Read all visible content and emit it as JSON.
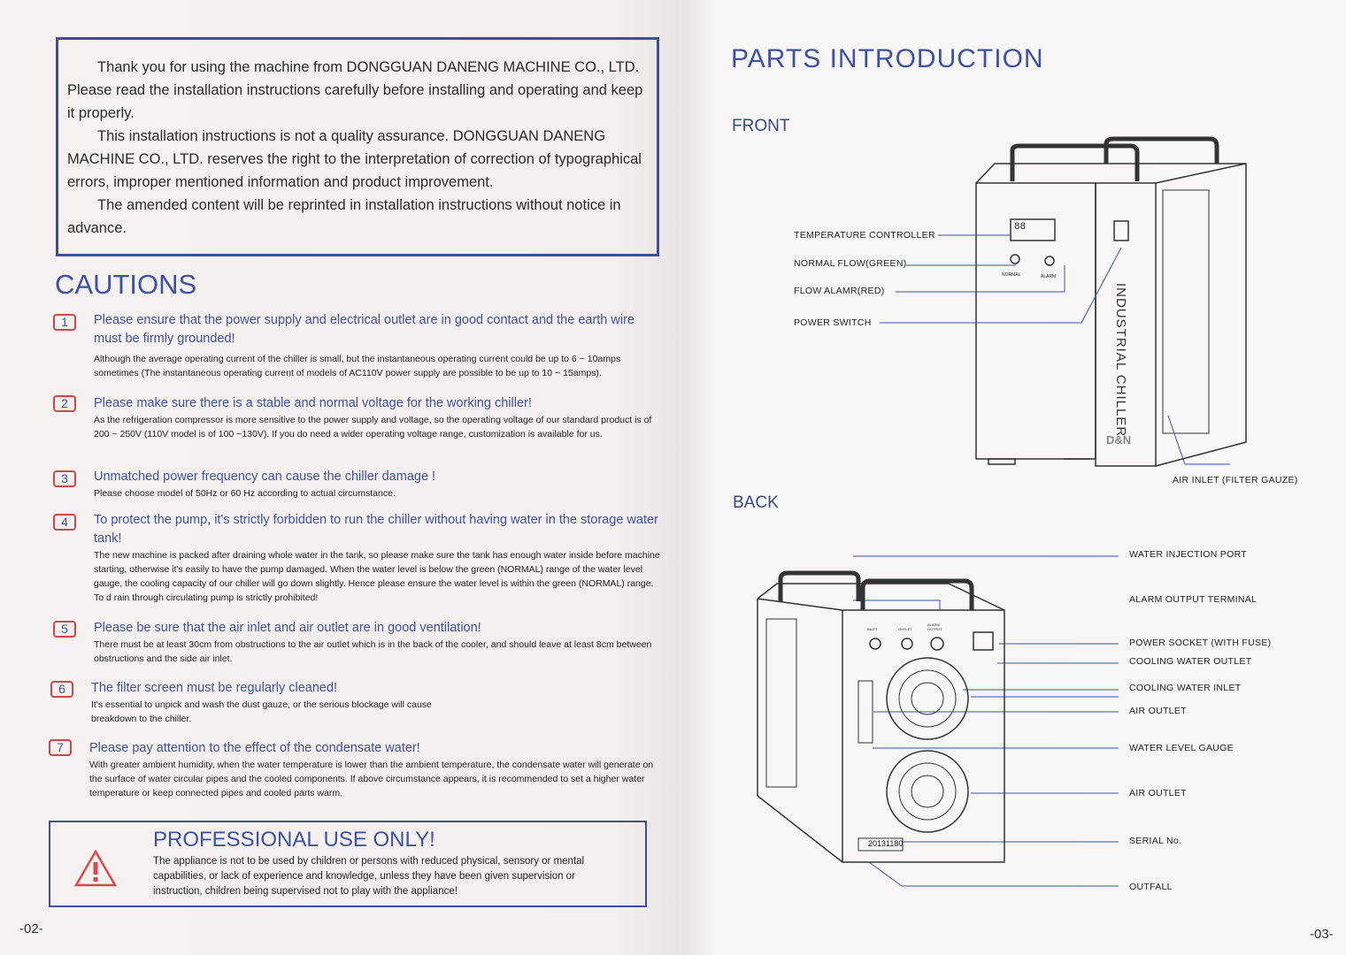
{
  "left_page": {
    "intro_paragraphs": [
      "Thank you for using the machine from DONGGUAN DANENG MACHINE CO., LTD. Please read the installation instructions carefully before installing and operating and keep it properly.",
      "This installation instructions is not a quality assurance. DONGGUAN DANENG MACHINE CO., LTD. reserves the right to the interpretation of correction of typographical errors, improper mentioned information and product improvement.",
      "The amended content will be reprinted in installation instructions without notice in advance."
    ],
    "cautions_title": "CAUTIONS",
    "cautions": [
      {
        "num": "1",
        "heading": "Please ensure that the power supply and electrical outlet are in good contact and the earth wire must be firmly grounded!",
        "body": "Although the average operating current of the chiller is small, but the instantaneous operating current could be up to 6 ~ 10amps sometimes (The instantaneous operating current of models of AC110V power supply are possible to be up to 10 ~ 15amps)."
      },
      {
        "num": "2",
        "heading": "Please make sure there is a stable and normal voltage for the working chiller!",
        "body": "As the refrigeration compressor is more sensitive to the power supply and voltage, so the operating voltage of our standard product is of 200 ~ 250V (110V model is of 100 ~130V). If you do need a wider operating voltage range, customization is available for us."
      },
      {
        "num": "3",
        "heading": "Unmatched power frequency can cause the chiller damage !",
        "body": "Please choose model of 50Hz or 60 Hz according to actual circumstance."
      },
      {
        "num": "4",
        "heading": "To protect the pump, it's strictly forbidden to run the chiller without having water in the storage water tank!",
        "body": "The new machine is packed after draining whole water in the tank, so please make sure the tank has enough water inside before machine starting, otherwise it's easily to have the pump damaged. When the water level is below the green (NORMAL) range of the water level gauge, the cooling capacity of our chiller will go down slightly. Hence please ensure the water level is within the green (NORMAL) range. To d rain through circulating pump is strictly prohibited!"
      },
      {
        "num": "5",
        "heading": "Please be sure that the air inlet and air outlet are in good ventilation!",
        "body": "There must be at least 30cm from obstructions to the air outlet which is in the back of the cooler, and should leave at least 8cm between obstructions and the side air inlet."
      },
      {
        "num": "6",
        "heading": "The filter screen must be regularly cleaned!",
        "body": "It's essential to unpick and wash the dust gauze, or the serious blockage will cause breakdown to the chiller."
      },
      {
        "num": "7",
        "heading": "Please pay attention to the effect of the condensate water!",
        "body": "With greater ambient humidity, when the water temperature is lower than the ambient temperature, the condensate water will generate on the surface of water circular pipes and the cooled components. If above circumstance appears, it is recommended to set a higher water temperature or keep connected pipes and cooled parts warm."
      }
    ],
    "professional": {
      "title": "PROFESSIONAL USE ONLY!",
      "body": "The appliance is not to be used by children or persons with reduced physical, sensory or mental capabilities, or lack of experience and knowledge, unless they have been given supervision or instruction, children being supervised not to play with the appliance!",
      "icon": "warning-triangle-icon"
    },
    "page_number": "-02-"
  },
  "right_page": {
    "title": "PARTS INTRODUCTION",
    "front_label": "FRONT",
    "back_label": "BACK",
    "front_parts": [
      "TEMPERATURE CONTROLLER",
      "NORMAL FLOW(GREEN)",
      "FLOW ALAMR(RED)",
      "POWER SWITCH",
      "AIR INLET (FILTER GAUZE)"
    ],
    "back_parts": [
      "WATER INJECTION PORT",
      "ALARM  OUTPUT TERMINAL",
      "POWER SOCKET (WITH FUSE)",
      "COOLING WATER OUTLET",
      "COOLING WATER INLET",
      "AIR OUTLET",
      "WATER LEVEL GAUGE",
      "AIR OUTLET",
      "SERIAL No.",
      "OUTFALL"
    ],
    "machine_text": {
      "side_label": "INDUSTRIAL CHILLER",
      "brand": "D&N",
      "display": "88",
      "normal": "NORMAL",
      "alarm": "ALARM",
      "inlet": "INLET",
      "outlet": "OUTLET",
      "alarm_output": "ALARM OUTPUT",
      "serial": "20131180"
    },
    "page_number": "-03-"
  },
  "colors": {
    "accent": "#3e52a3",
    "caution_border": "#d0464f"
  }
}
